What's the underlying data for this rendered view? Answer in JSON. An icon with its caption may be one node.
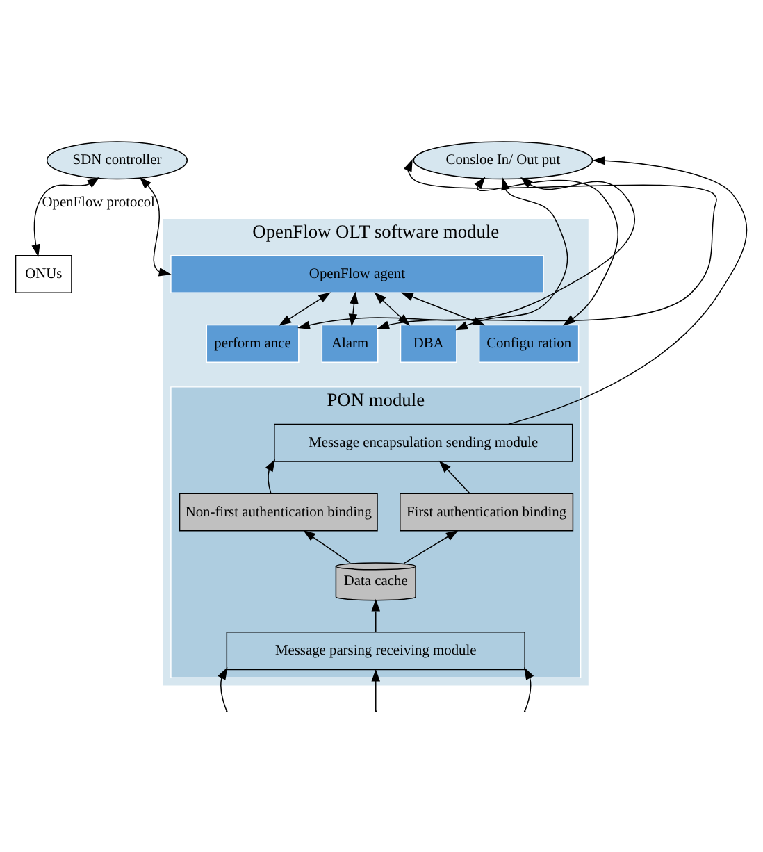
{
  "diagram": {
    "nodes": [
      {
        "text": [
          "Consloe In/ Out put"
        ]
      },
      {
        "text": [
          "SDN controller"
        ]
      },
      {
        "text": [
          "OpenFlow OLT software module"
        ]
      },
      {
        "text": [
          "OpenFlow agent"
        ],
        "in": 2
      },
      {
        "text": [
          "DBA"
        ],
        "in": 2
      },
      {
        "text": [
          "Configu ration"
        ],
        "in": 2
      },
      {
        "text": [
          "perform ance"
        ],
        "in": 2
      },
      {
        "text": [
          "Alarm"
        ],
        "in": 2
      },
      {
        "text": [
          "PON module"
        ],
        "in": 2
      },
      {
        "text": [
          "Message encapsulation sending module"
        ],
        "in": 8
      },
      {
        "text": [
          "First authentication binding"
        ],
        "in": 8
      },
      {
        "text": [
          "Non-first authentication binding"
        ],
        "in": 8
      },
      {
        "text": [
          "Data cache"
        ],
        "in": 8
      },
      {
        "text": [
          "Message parsing receiving module"
        ],
        "in": 8
      },
      {
        "text": [
          "ONUs"
        ]
      }
    ],
    "edges": [
      {
        "from": 3,
        "to": 1,
        "arrow": "both"
      },
      {
        "from": 14,
        "to": 1,
        "arrow": "both",
        "label": "OpenFlow protocol"
      },
      {
        "from": 3,
        "to": 4,
        "arrow": "both"
      },
      {
        "from": 3,
        "to": 5,
        "arrow": "both"
      },
      {
        "from": 3,
        "to": 6,
        "arrow": "both"
      },
      {
        "from": 3,
        "to": 7,
        "arrow": "both"
      },
      {
        "from": 4,
        "to": 0,
        "arrow": "both"
      },
      {
        "from": 5,
        "to": 0,
        "arrow": "both"
      },
      {
        "from": 6,
        "to": 0,
        "arrow": "both"
      },
      {
        "from": 7,
        "to": 0,
        "arrow": "both"
      },
      {
        "from": 9,
        "to": 0,
        "arrow": "to"
      },
      {
        "from": 10,
        "to": 9,
        "arrow": "to"
      },
      {
        "from": 11,
        "to": 9,
        "arrow": "to"
      },
      {
        "from": 12,
        "to": 10,
        "arrow": "to"
      },
      {
        "from": 12,
        "to": 11,
        "arrow": "to"
      },
      {
        "from": 13,
        "to": 12,
        "arrow": "to"
      },
      {
        "from": null,
        "to": 13,
        "arrow": "to"
      },
      {
        "from": null,
        "to": 13,
        "arrow": "to"
      },
      {
        "from": null,
        "to": 13,
        "arrow": "to"
      }
    ]
  }
}
